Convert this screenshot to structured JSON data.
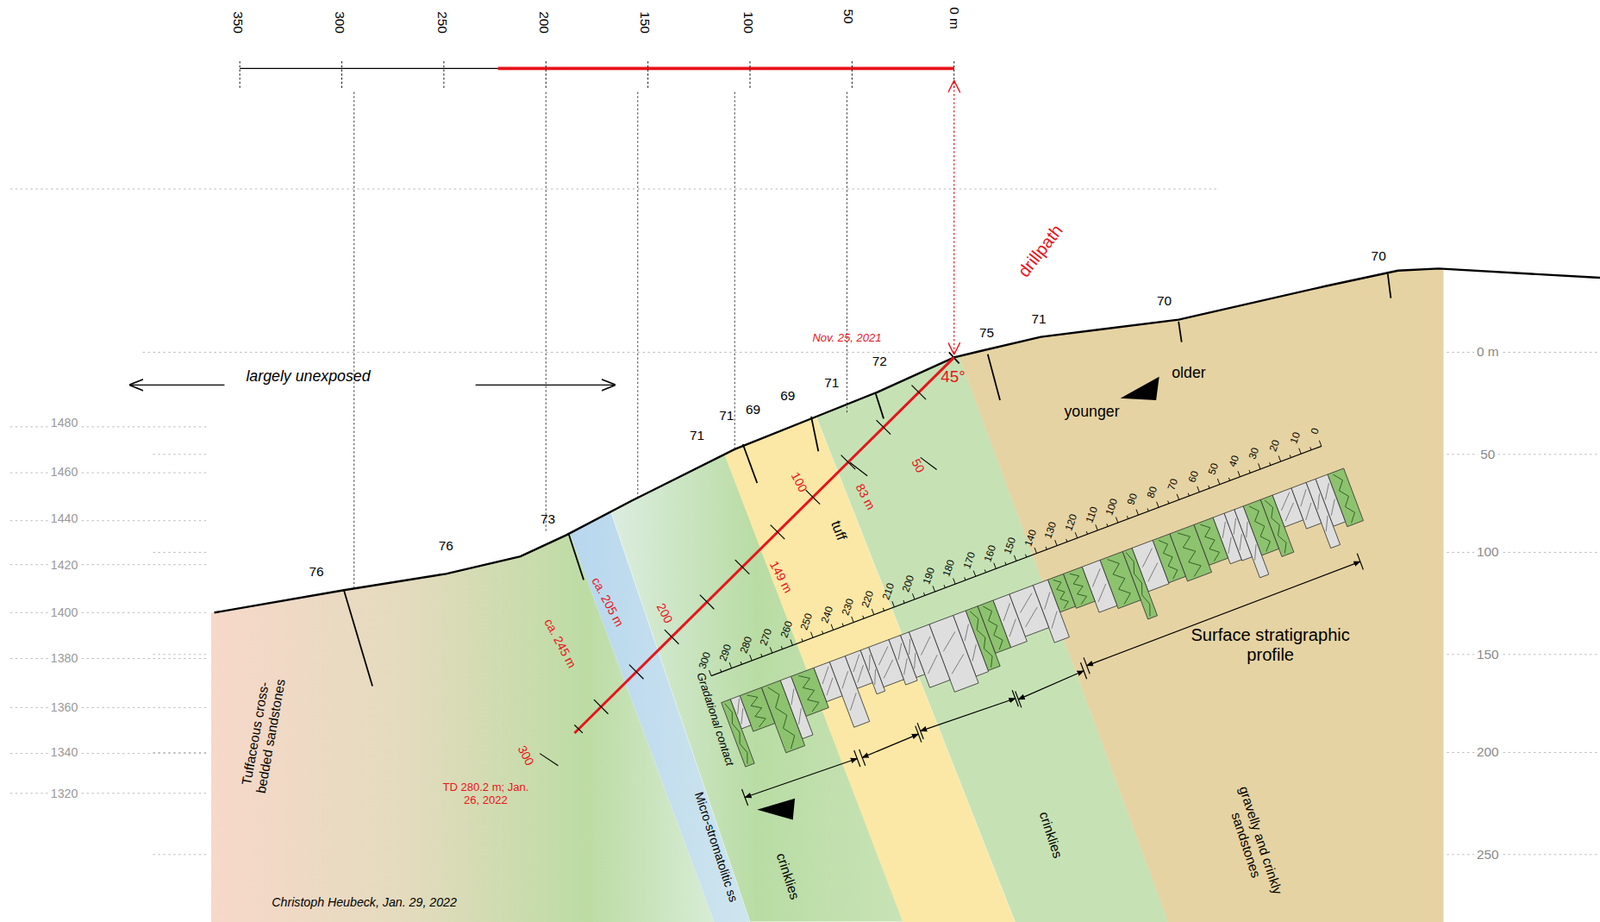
{
  "diagram": {
    "nodes": [
      {
        "text": [
          "Tuffaceous cross-bedded sandstones"
        ]
      },
      {
        "text": [
          "Micro-stromatolitic ss"
        ]
      },
      {
        "text": [
          "crinklies"
        ]
      },
      {
        "text": [
          "tuff"
        ]
      },
      {
        "text": [
          "crinklies"
        ]
      },
      {
        "text": [
          "gravelly and crinkly sandstones"
        ]
      }
    ],
    "labels": [
      "350",
      "300",
      "250",
      "200",
      "150",
      "100",
      "50",
      "0 m",
      "1480",
      "1460",
      "1440",
      "1420",
      "1400",
      "1380",
      "1360",
      "1340",
      "1320",
      "0 m",
      "50",
      "100",
      "150",
      "200",
      "250",
      "drillpath",
      "Nov. 25, 2021",
      "45°",
      "76",
      "76",
      "73",
      "71",
      "71",
      "69",
      "69",
      "71",
      "72",
      "75",
      "71",
      "70",
      "70",
      "largely unexposed",
      "older",
      "younger",
      "Surface stratigraphic profile",
      "50",
      "100",
      "83 m",
      "149 m",
      "200",
      "ca. 205 m",
      "ca. 245 m",
      "300",
      "TD 280.2 m; Jan. 26, 2022",
      "Gradational contact",
      "Christoph Heubeck, Jan. 29, 2022",
      "0",
      "10",
      "20",
      "30",
      "40",
      "50",
      "60",
      "70",
      "80",
      "90",
      "100",
      "110",
      "120",
      "130",
      "140",
      "150",
      "160",
      "170",
      "180",
      "190",
      "200",
      "210",
      "220",
      "230",
      "240",
      "250",
      "260",
      "270",
      "280",
      "290",
      "300"
    ]
  }
}
